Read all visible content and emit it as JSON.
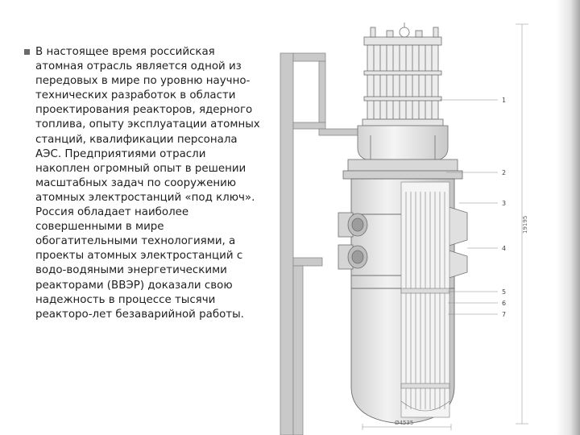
{
  "slide": {
    "paragraph": "В настоящее время российская атомная отрасль является одной из передовых в мире по уровню научно-технических разработок в области проектирования реакторов, ядерного топлива, опыту эксплуатации атомных станций, квалификации персонала АЭС. Предприятиями отрасли накоплен огромный опыт в решении масштабных задач по сооружению атомных электростанций «под ключ». Россия обладает наиболее совершенными в мире обогатительными технологиями, а проекты атомных электростанций с водо-водяными энергетическими реакторами (ВВЭР) доказали свою надежность в процессе тысячи реакторо-лет безаварийной работы."
  },
  "figure": {
    "callouts": [
      "1",
      "2",
      "3",
      "4",
      "5",
      "6",
      "7"
    ],
    "height_dimension": "19195",
    "diameter_dimension": "Ø4535"
  },
  "colors": {
    "text": "#1e1e1e",
    "bullet": "#6a6a6a",
    "drawing_stroke": "#6f6f6f",
    "drawing_fill": "#e2e2e2"
  }
}
